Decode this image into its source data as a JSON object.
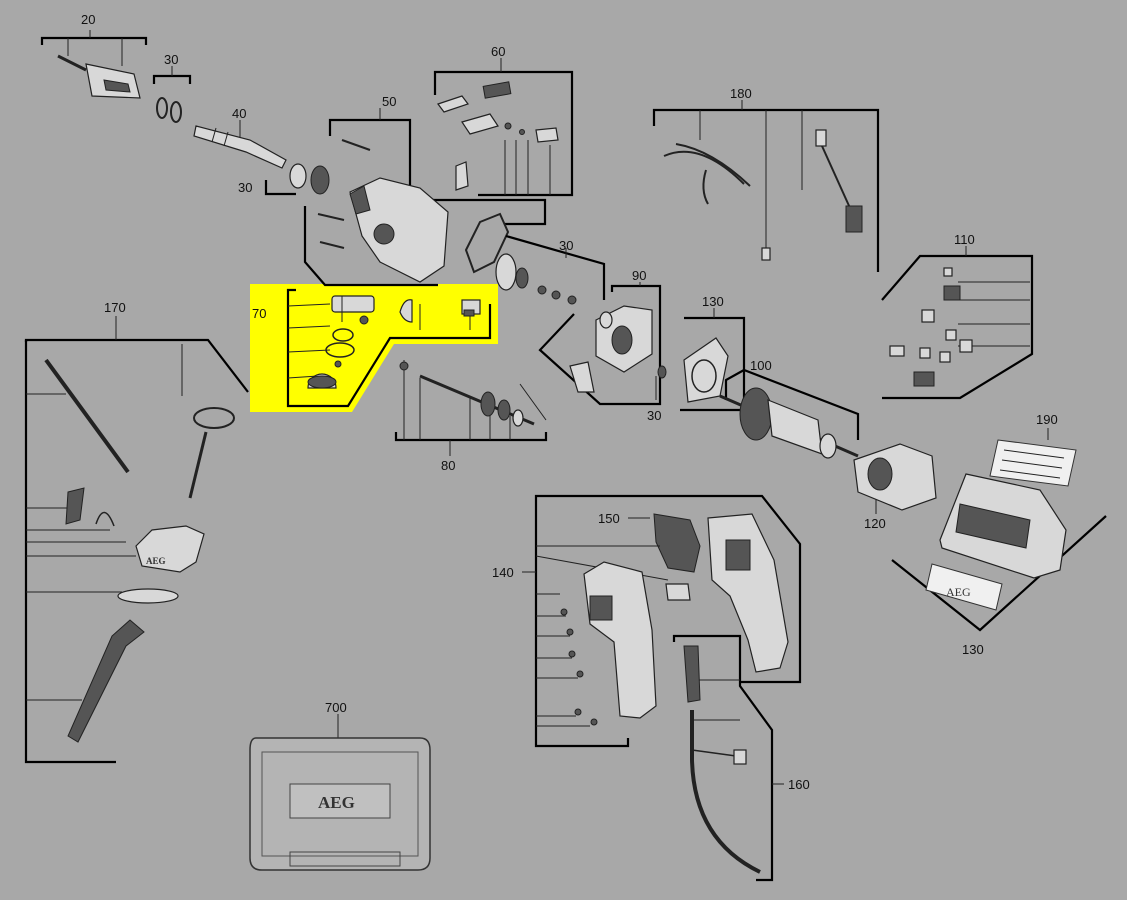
{
  "diagram": {
    "highlight_color": "#ffff00",
    "background": "#a8a8a8",
    "highlighted_callout": "70",
    "callouts": {
      "c20": "20",
      "c30a": "30",
      "c40": "40",
      "c50": "50",
      "c30b": "30",
      "c60": "60",
      "c180": "180",
      "c30c": "30",
      "c70": "70",
      "c90": "90",
      "c130a": "130",
      "c110": "110",
      "c170": "170",
      "c100": "100",
      "c30d": "30",
      "c80": "80",
      "c190": "190",
      "c150": "150",
      "c120": "120",
      "c140": "140",
      "c130b": "130",
      "c700": "700",
      "c160": "160"
    },
    "brand_texts": {
      "case_logo": "AEG",
      "housing_logo": "AEG",
      "guard_logo": "AEG"
    }
  }
}
